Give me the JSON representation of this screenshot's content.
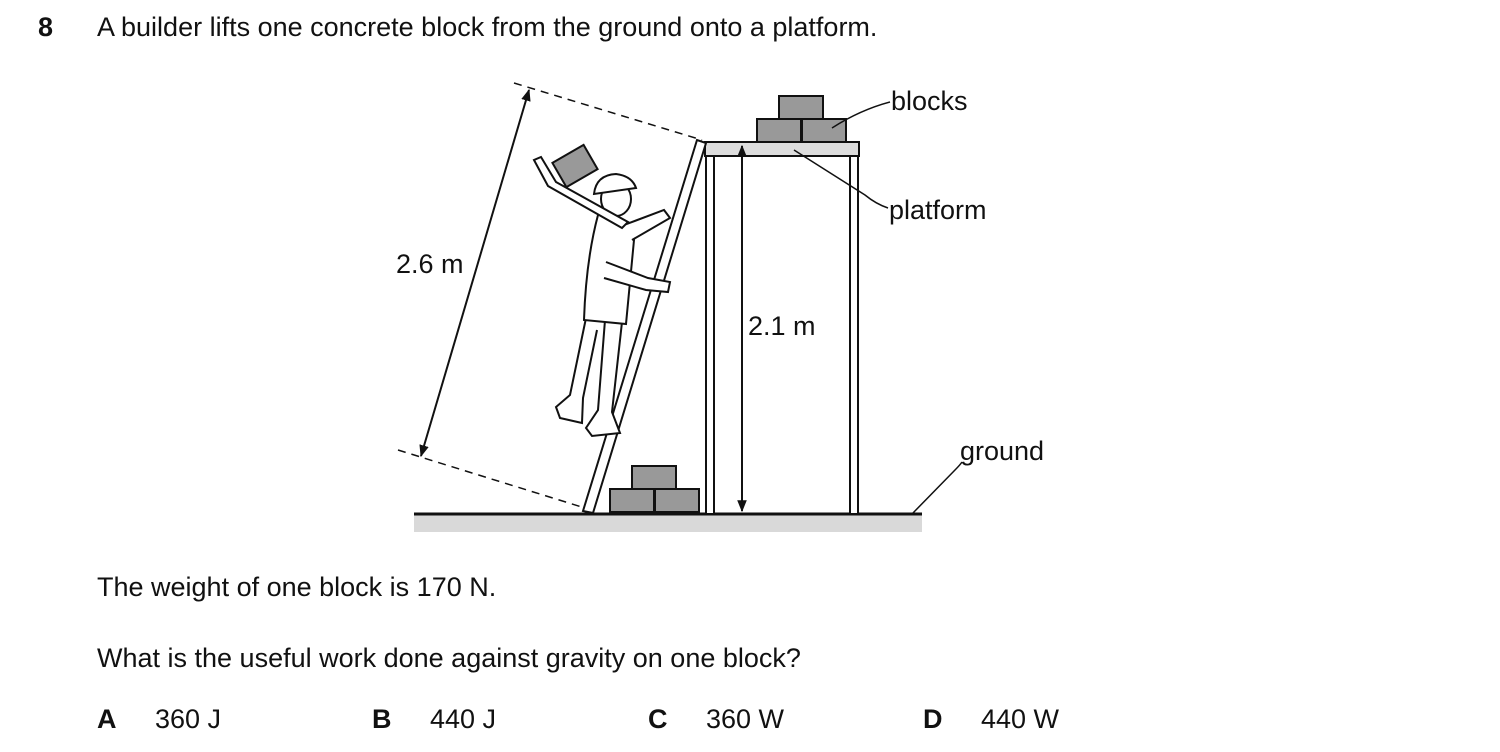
{
  "question": {
    "number": "8",
    "stem": "A builder lifts one concrete block from the ground onto a platform.",
    "fact": "The weight of one block is 170 N.",
    "prompt": "What is the useful work done against gravity on one block?"
  },
  "figure": {
    "labels": {
      "blocks": "blocks",
      "platform": "platform",
      "ground": "ground",
      "ladder_length": "2.6 m",
      "platform_height": "2.1 m"
    }
  },
  "options": [
    {
      "letter": "A",
      "text": "360 J"
    },
    {
      "letter": "B",
      "text": "440 J"
    },
    {
      "letter": "C",
      "text": "360 W"
    },
    {
      "letter": "D",
      "text": "440 W"
    }
  ],
  "colors": {
    "block_fill": "#999999",
    "ground_fill": "#d9d9d9",
    "platform_fill": "#dddddd",
    "ink": "#111111"
  }
}
